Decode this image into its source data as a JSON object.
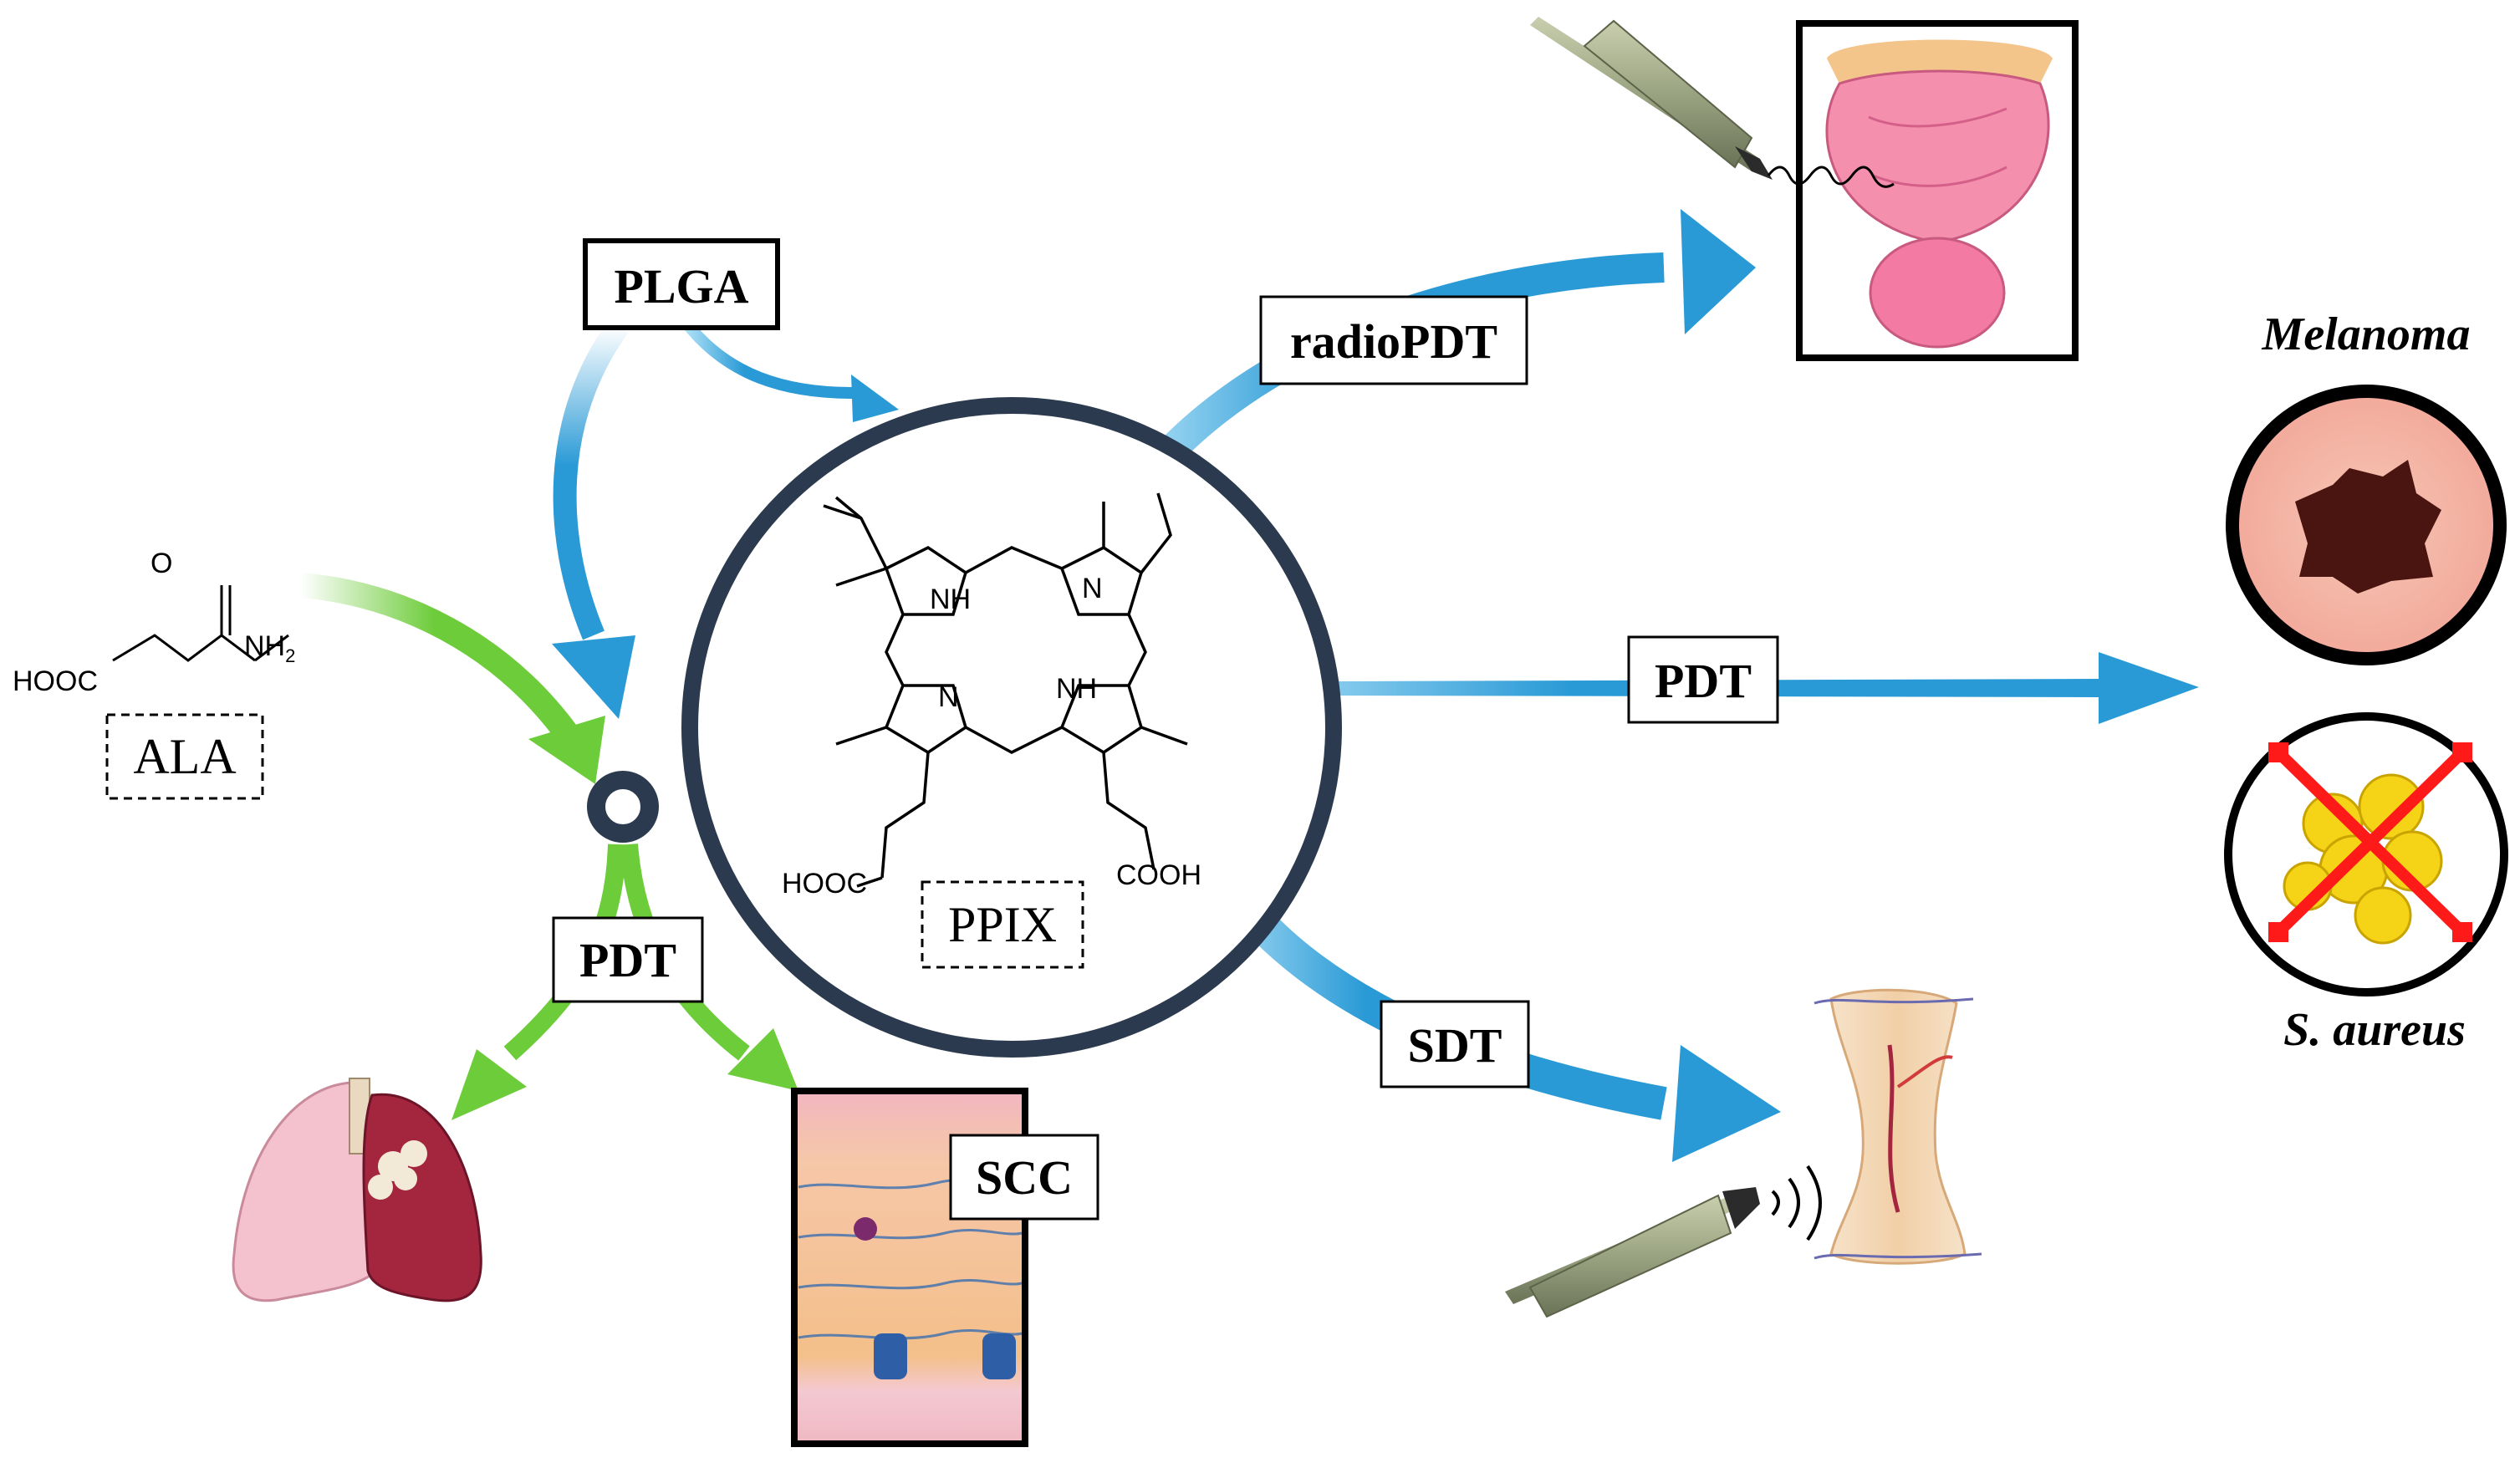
{
  "labels": {
    "plga": "PLGA",
    "ala": "ALA",
    "ppix": "PPIX",
    "radiopdt": "radioPDT",
    "pdt_main": "PDT",
    "pdt_left": "PDT",
    "sdt": "SDT",
    "scc": "SCC",
    "melanoma": "Melanoma",
    "s_aureus": "S. aureus"
  },
  "chem": {
    "ala_o": "O",
    "ala_nh2": "NH",
    "ala_nh2_sub": "2",
    "ala_hooc": "HOOC",
    "ppix_nh_top": "NH",
    "ppix_n_top": "N",
    "ppix_n_bottom": "N",
    "ppix_nh_bottom": "NH",
    "ppix_hooc": "HOOC",
    "ppix_cooh": "COOH"
  },
  "colors": {
    "blue_arrow": "#2a9ad6",
    "green_arrow": "#6dcc3a",
    "ring": "#2b3a4e"
  }
}
